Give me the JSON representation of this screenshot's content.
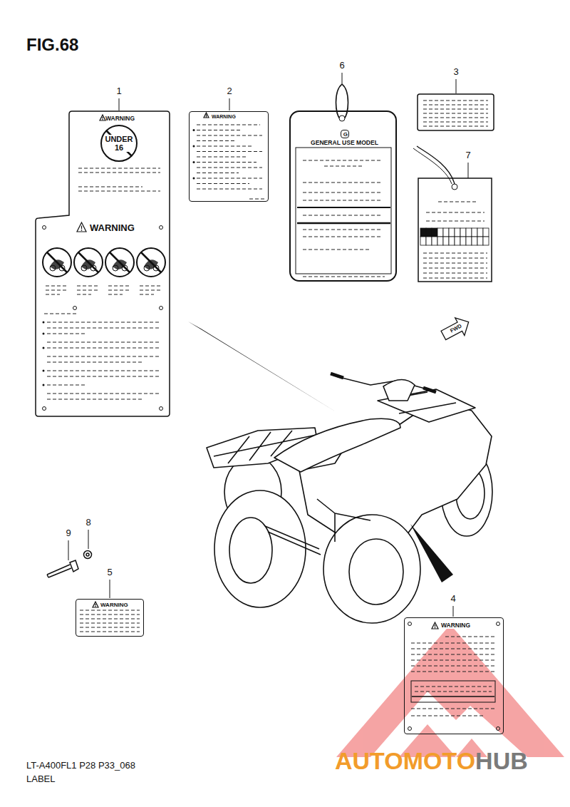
{
  "diagram": {
    "title": "FIG.68",
    "nodes": [
      {
        "text": [
          "WARNING",
          "WARNING"
        ]
      },
      {
        "text": [
          "UNDER 16"
        ],
        "in": 0
      },
      {
        "text": [
          "WARNING"
        ]
      },
      {
        "text": [
          "GENERAL USE MODEL"
        ]
      },
      {
        "text": [
          "G"
        ],
        "in": 3
      },
      {
        "text": [
          "FWD"
        ]
      },
      {
        "text": [
          "WARNING"
        ]
      },
      {
        "text": [
          "WARNING"
        ]
      }
    ],
    "labels": [
      "1",
      "2",
      "6",
      "3",
      "7",
      "9",
      "8",
      "5",
      "4",
      "LT-A400FL1 P28 P33_068",
      "LABEL",
      "AUTOMOTO",
      "HUB"
    ]
  }
}
